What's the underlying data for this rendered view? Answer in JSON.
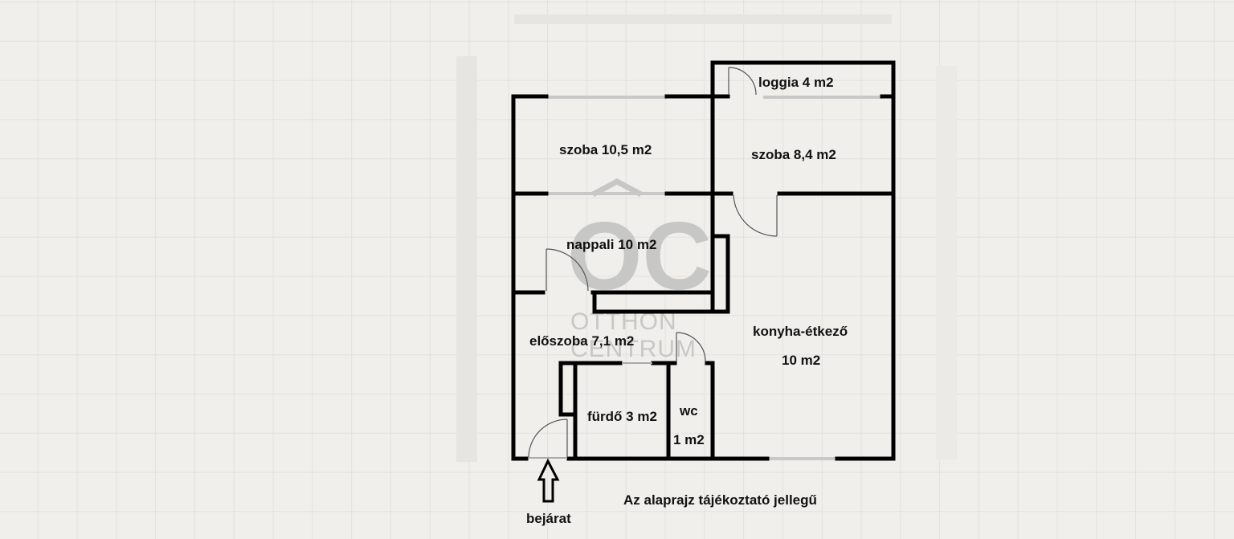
{
  "rooms": {
    "loggia": "loggia 4 m2",
    "szoba_left": "szoba 10,5 m2",
    "szoba_right": "szoba 8,4 m2",
    "nappali": "nappali 10 m2",
    "eloszoba": "előszoba 7,1 m2",
    "konyha_line1": "konyha-étkező",
    "konyha_line2": "10 m2",
    "furdo": "fürdő 3 m2",
    "wc_line1": "wc",
    "wc_line2": "1 m2"
  },
  "entrance_label": "bejárat",
  "disclaimer": "Az alaprajz tájékoztató jellegű",
  "watermark": {
    "logo": "OC",
    "line1": "OTTHON",
    "line2": "CENTRUM"
  },
  "colors": {
    "background": "#f0efec",
    "grid": "#e2e1dd",
    "wall": "#000000",
    "window": "#c8c8c8",
    "watermark": "#c7c7c5"
  }
}
